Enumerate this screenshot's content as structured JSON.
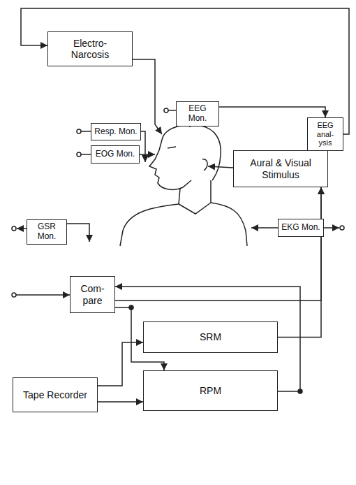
{
  "diagram": {
    "nodes": [
      {
        "text": [
          "Electro- Narcosis"
        ]
      },
      {
        "text": [
          "EEG Mon."
        ]
      },
      {
        "text": [
          "EEG anal- ysis"
        ]
      },
      {
        "text": [
          "Resp. Mon."
        ]
      },
      {
        "text": [
          "EOG Mon."
        ]
      },
      {
        "text": [
          "Aural & Visual Stimulus"
        ]
      },
      {
        "text": [
          "GSR Mon."
        ]
      },
      {
        "text": [
          "EKG Mon."
        ]
      },
      {
        "text": [
          "Com- pare"
        ]
      },
      {
        "text": [
          "SRM"
        ]
      },
      {
        "text": [
          "Tape Recorder"
        ]
      },
      {
        "text": [
          "RPM"
        ]
      }
    ],
    "edges": [
      {
        "from": 2,
        "to": 0,
        "arrow": "to"
      },
      {
        "from": 1,
        "to": 2,
        "arrow": "to"
      },
      {
        "from": 8,
        "to": 5,
        "arrow": "to"
      },
      {
        "from": 9,
        "to": 5,
        "arrow": "to"
      },
      {
        "from": 10,
        "to": 9,
        "arrow": "to"
      },
      {
        "from": 10,
        "to": 11,
        "arrow": "to"
      },
      {
        "from": 8,
        "to": 11,
        "arrow": "to"
      },
      {
        "from": 11,
        "to": 8,
        "arrow": "to"
      }
    ]
  }
}
